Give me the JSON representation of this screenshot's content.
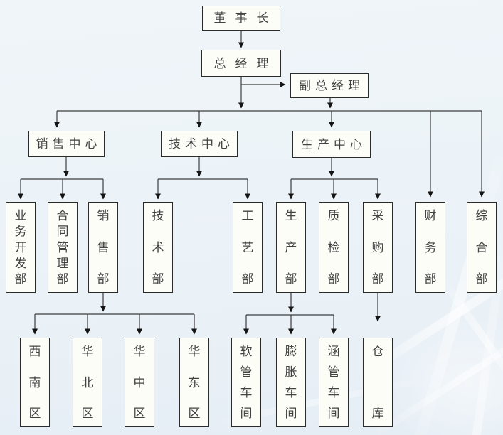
{
  "colors": {
    "bg": "#ecf3f8",
    "line": "#3d3d3d",
    "arrow": "#141414",
    "boxbg": "#fdfdf8",
    "boxborder": "#2b2b2b",
    "text": "#424242"
  },
  "nodes": {
    "chairman": "董事长",
    "general_manager": "总经理",
    "deputy_general_manager": "副总经理",
    "sales_center": "销售中心",
    "tech_center": "技术中心",
    "production_center": "生产中心",
    "business_dev_dept": "业务开发部",
    "contract_mgmt_dept": "合同管理部",
    "sales_dept": "销售部",
    "tech_dept": "技术部",
    "process_dept": "工艺部",
    "production_dept": "生产部",
    "quality_dept": "质检部",
    "purchasing_dept": "采购部",
    "finance_dept": "财务部",
    "general_affairs_dept": "综合部",
    "southwest_region": "西南区",
    "north_china_region": "华北区",
    "central_china_region": "华中区",
    "east_china_region": "华东区",
    "hose_workshop": "软管车间",
    "expansion_workshop": "膨胀车间",
    "culvert_workshop": "涵管车间",
    "warehouse": "仓库"
  },
  "hierarchy": {
    "edges": [
      [
        "chairman",
        "general_manager"
      ],
      [
        "general_manager",
        "deputy_general_manager"
      ],
      [
        "general_manager",
        "sales_center"
      ],
      [
        "general_manager",
        "tech_center"
      ],
      [
        "general_manager",
        "production_center"
      ],
      [
        "general_manager",
        "finance_dept"
      ],
      [
        "general_manager",
        "general_affairs_dept"
      ],
      [
        "sales_center",
        "business_dev_dept"
      ],
      [
        "sales_center",
        "contract_mgmt_dept"
      ],
      [
        "sales_center",
        "sales_dept"
      ],
      [
        "tech_center",
        "tech_dept"
      ],
      [
        "tech_center",
        "process_dept"
      ],
      [
        "production_center",
        "production_dept"
      ],
      [
        "production_center",
        "quality_dept"
      ],
      [
        "production_center",
        "purchasing_dept"
      ],
      [
        "sales_dept",
        "southwest_region"
      ],
      [
        "sales_dept",
        "north_china_region"
      ],
      [
        "sales_dept",
        "central_china_region"
      ],
      [
        "sales_dept",
        "east_china_region"
      ],
      [
        "production_dept",
        "hose_workshop"
      ],
      [
        "production_dept",
        "expansion_workshop"
      ],
      [
        "production_dept",
        "culvert_workshop"
      ],
      [
        "purchasing_dept",
        "warehouse"
      ]
    ]
  }
}
